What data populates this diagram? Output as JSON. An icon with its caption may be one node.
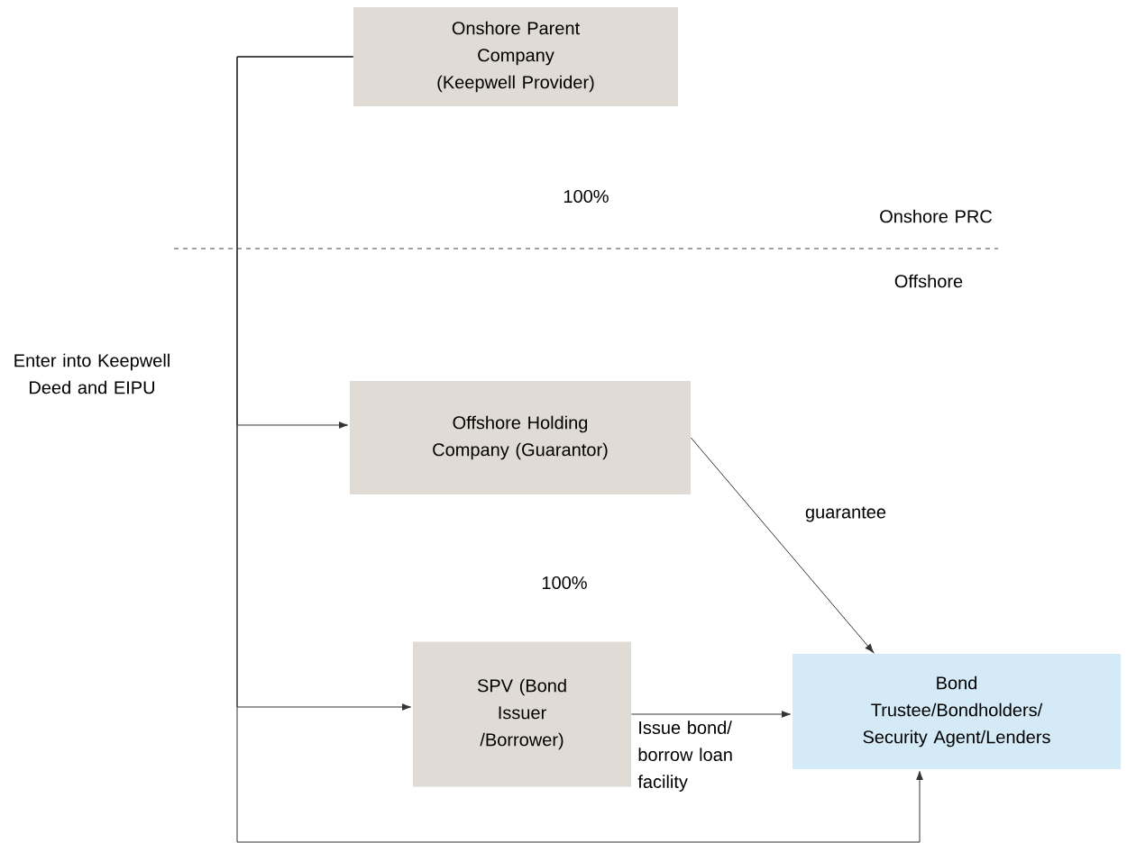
{
  "diagram": {
    "nodes": [
      {
        "text": [
          "Onshore Parent Company (Keepwell Provider)"
        ]
      },
      {
        "text": [
          "Offshore Holding Company (Guarantor)"
        ]
      },
      {
        "text": [
          "SPV (Bond Issuer /Borrower)"
        ]
      },
      {
        "text": [
          "Bond Trustee/Bondholders/ Security Agent/Lenders"
        ]
      }
    ],
    "edges": [
      {
        "from": 0,
        "to": 1,
        "arrow": "to"
      },
      {
        "from": 0,
        "to": 2,
        "arrow": "to"
      },
      {
        "from": 0,
        "to": 3,
        "arrow": "to"
      },
      {
        "from": 1,
        "to": 3,
        "arrow": "to",
        "label": "guarantee"
      },
      {
        "from": 2,
        "to": 3,
        "arrow": "to",
        "label": "Issue bond/ borrow loan facility"
      }
    ],
    "labels": [
      "100%",
      "Onshore PRC",
      "Offshore",
      "Enter into Keepwell Deed and EIPU",
      "100%"
    ]
  }
}
